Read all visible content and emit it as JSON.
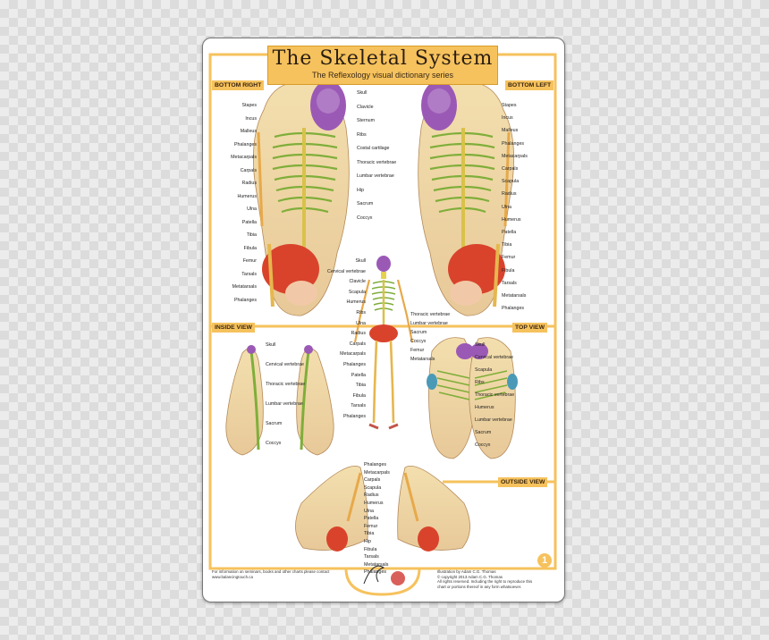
{
  "title": "The Skeletal System",
  "subtitle": "The Reflexology visual dictionary series",
  "sections": {
    "bottom_right": "BOTTOM RIGHT",
    "bottom_left": "BOTTOM LEFT",
    "inside_view": "INSIDE VIEW",
    "top_view": "TOP VIEW",
    "outside_view": "OUTSIDE VIEW"
  },
  "bottom_right_labels": [
    "Stapes",
    "Incus",
    "Malleus",
    "Phalanges",
    "Metacarpals",
    "Carpals",
    "Radius",
    "Humerus",
    "Ulna",
    "Patella",
    "Tibia",
    "Fibula",
    "Femur",
    "Tarsals",
    "Metatarsals",
    "Phalanges"
  ],
  "center_top_labels": [
    "Skull",
    "Clavicle",
    "Sternum",
    "Ribs",
    "Costal cartilage",
    "Thoracic vertebrae",
    "Lumbar vertebrae",
    "Hip",
    "Sacrum",
    "Coccyx"
  ],
  "bottom_left_labels": [
    "Stapes",
    "Incus",
    "Malleus",
    "Phalanges",
    "Metacarpals",
    "Carpals",
    "Scapula",
    "Radius",
    "Ulna",
    "Humerus",
    "Patella",
    "Tibia",
    "Femur",
    "Fibula",
    "Tarsals",
    "Metatarsals",
    "Phalanges"
  ],
  "skeleton_left_labels": [
    "Skull",
    "Cervical vertebrae",
    "Clavicle",
    "Scapula",
    "Humerus",
    "Ribs",
    "Ulna",
    "Radius",
    "Carpals",
    "Metacarpals",
    "Phalanges",
    "Patella",
    "Tibia",
    "Fibula",
    "Tarsals",
    "Phalanges"
  ],
  "skeleton_right_labels": [
    "Thoracic vertebrae",
    "Lumbar vertebrae",
    "Sacrum",
    "Coccyx",
    "Femur",
    "Metatarsals"
  ],
  "inside_labels": [
    "Skull",
    "Cervical vertebrae",
    "Thoracic vertebrae",
    "Lumbar vertebrae",
    "Sacrum",
    "Coccyx"
  ],
  "top_labels": [
    "Skull",
    "Cervical vertebrae",
    "Scapula",
    "Ribs",
    "Thoracic vertebrae",
    "Humerus",
    "Lumbar vertebrae",
    "Sacrum",
    "Coccyx"
  ],
  "outside_labels": [
    "Phalanges",
    "Metacarpals",
    "Carpals",
    "Scapula",
    "Radius",
    "Humerus",
    "Ulna",
    "Patella",
    "Femur",
    "Tibia",
    "Hip",
    "Fibula",
    "Tarsals",
    "Metatarsals",
    "Phalanges"
  ],
  "footer_left": "For information on seminars, books and other charts please contact",
  "footer_left_url": "www.balancingtouch.ca",
  "footer_right_lines": [
    "Illustration by Adam C.G. Thomas",
    "© copyright 2013 Adam C.G. Thomas",
    "All rights reserved. Including the right to reproduce this",
    "chart or portions thereof in any form whatsoever."
  ],
  "page_number": "1",
  "colors": {
    "frame": "#f6c25d",
    "skull": "#9b59b6",
    "ribs": "#7fae3a",
    "pelvis": "#d9432c",
    "foot": "#f3e3bf",
    "spine": "#e5d24a"
  }
}
